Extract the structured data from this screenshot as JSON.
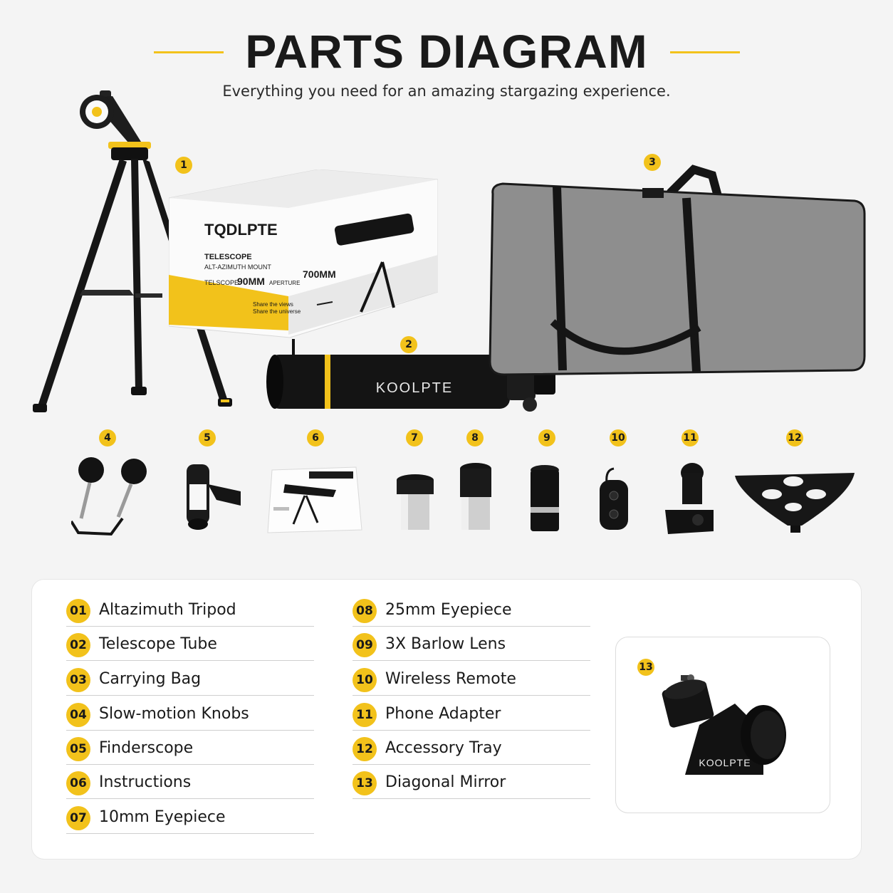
{
  "header": {
    "title": "PARTS DIAGRAM",
    "subtitle": "Everything you need for an amazing stargazing experience."
  },
  "colors": {
    "accent": "#f2c21b",
    "background": "#f4f4f4",
    "text": "#1a1a1a",
    "bag_gray": "#8c8c8c"
  },
  "callouts": [
    "1",
    "2",
    "3",
    "4",
    "5",
    "6",
    "7",
    "8",
    "9",
    "10",
    "11",
    "12",
    "13"
  ],
  "box": {
    "brand": "TQDLPTE",
    "product": "TELESCOPE",
    "mount": "ALT-AZIMUTH MOUNT",
    "spec_prefix": "TELSCOPE",
    "spec_aperture_value": "90MM",
    "spec_aperture_label": "APERTURE",
    "spec_focal": "700MM",
    "tagline_1": "Share the views",
    "tagline_2": "Share the universe"
  },
  "tube": {
    "brand": "KOOLPTE"
  },
  "mirror": {
    "brand": "KOOLPTE"
  },
  "parts_list": {
    "left": [
      {
        "num": "01",
        "label": "Altazimuth Tripod"
      },
      {
        "num": "02",
        "label": "Telescope Tube"
      },
      {
        "num": "03",
        "label": "Carrying Bag"
      },
      {
        "num": "04",
        "label": "Slow-motion Knobs"
      },
      {
        "num": "05",
        "label": "Finderscope"
      },
      {
        "num": "06",
        "label": "Instructions"
      },
      {
        "num": "07",
        "label": "10mm Eyepiece"
      }
    ],
    "right": [
      {
        "num": "08",
        "label": "25mm Eyepiece"
      },
      {
        "num": "09",
        "label": "3X Barlow Lens"
      },
      {
        "num": "10",
        "label": "Wireless Remote"
      },
      {
        "num": "11",
        "label": "Phone Adapter"
      },
      {
        "num": "12",
        "label": "Accessory Tray"
      },
      {
        "num": "13",
        "label": "Diagonal Mirror"
      }
    ]
  },
  "icons": [
    "tripod-icon",
    "telescope-box-icon",
    "telescope-tube-icon",
    "carrying-bag-icon",
    "slow-motion-knobs-icon",
    "finderscope-icon",
    "instructions-booklet-icon",
    "eyepiece-10mm-icon",
    "eyepiece-25mm-icon",
    "barlow-lens-icon",
    "wireless-remote-icon",
    "phone-adapter-icon",
    "accessory-tray-icon",
    "diagonal-mirror-icon"
  ]
}
